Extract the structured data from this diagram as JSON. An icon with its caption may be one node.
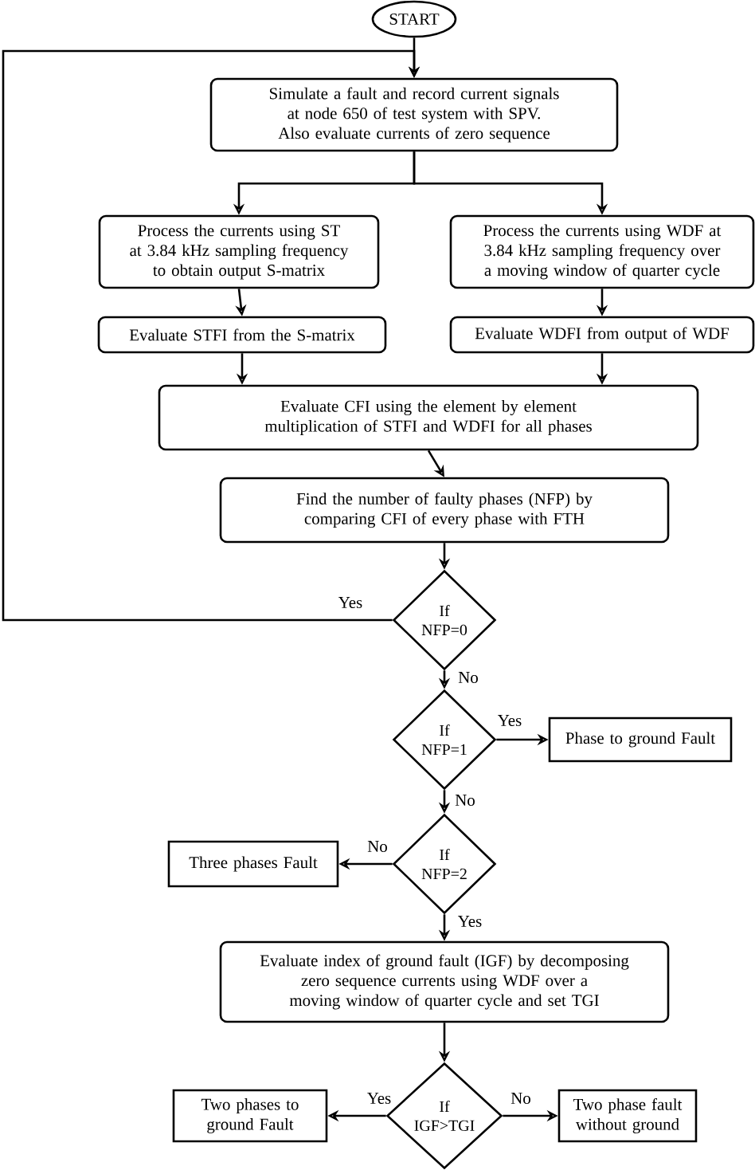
{
  "diagram": {
    "nodes": [
      {
        "text": [
          "START"
        ]
      },
      {
        "text": [
          "Simulate a fault and record current signals at node 650 of test system with SPV. Also evaluate currents of zero sequence"
        ]
      },
      {
        "text": [
          "Process the currents using ST at 3.84 kHz sampling frequency to obtain output S-matrix"
        ]
      },
      {
        "text": [
          "Process the currents using WDF at 3.84 kHz sampling frequency over a moving window of quarter cycle"
        ]
      },
      {
        "text": [
          "Evaluate STFI from the S-matrix"
        ]
      },
      {
        "text": [
          "Evaluate WDFI from output of WDF"
        ]
      },
      {
        "text": [
          "Evaluate CFI using the element by element multiplication of STFI and WDFI for all phases"
        ]
      },
      {
        "text": [
          "Find the number of faulty phases (NFP) by comparing CFI of every phase with FTH"
        ]
      },
      {
        "text": [
          "If NFP=0"
        ]
      },
      {
        "text": [
          "If NFP=1"
        ]
      },
      {
        "text": [
          "Phase to ground Fault"
        ]
      },
      {
        "text": [
          "If NFP=2"
        ]
      },
      {
        "text": [
          "Three phases  Fault"
        ]
      },
      {
        "text": [
          "Evaluate index of ground fault (IGF) by decomposing zero sequence currents using WDF over a moving window of quarter cycle and set TGI"
        ]
      },
      {
        "text": [
          "If IGF>TGI"
        ]
      },
      {
        "text": [
          "Two phases to ground  Fault"
        ]
      },
      {
        "text": [
          "Two phase fault without ground"
        ]
      }
    ],
    "edges": [
      {
        "from": 0,
        "to": 1,
        "arrow": "to"
      },
      {
        "from": 1,
        "to": 2,
        "arrow": "to"
      },
      {
        "from": 1,
        "to": 3,
        "arrow": "to"
      },
      {
        "from": 2,
        "to": 4,
        "arrow": "to"
      },
      {
        "from": 3,
        "to": 5,
        "arrow": "to"
      },
      {
        "from": 4,
        "to": 6,
        "arrow": "to"
      },
      {
        "from": 5,
        "to": 6,
        "arrow": "to"
      },
      {
        "from": 6,
        "to": 7,
        "arrow": "to"
      },
      {
        "from": 7,
        "to": 8,
        "arrow": "to"
      },
      {
        "from": 8,
        "to": 1,
        "arrow": "to",
        "label": "Yes"
      },
      {
        "from": 8,
        "to": 9,
        "arrow": "to",
        "label": "No"
      },
      {
        "from": 9,
        "to": 10,
        "arrow": "to",
        "label": "Yes"
      },
      {
        "from": 9,
        "to": 11,
        "arrow": "to",
        "label": "No"
      },
      {
        "from": 11,
        "to": 12,
        "arrow": "to",
        "label": "No"
      },
      {
        "from": 11,
        "to": 13,
        "arrow": "to",
        "label": "Yes"
      },
      {
        "from": 13,
        "to": 14,
        "arrow": "to"
      },
      {
        "from": 14,
        "to": 15,
        "arrow": "to",
        "label": "Yes"
      },
      {
        "from": 14,
        "to": 16,
        "arrow": "to",
        "label": "No"
      }
    ]
  }
}
